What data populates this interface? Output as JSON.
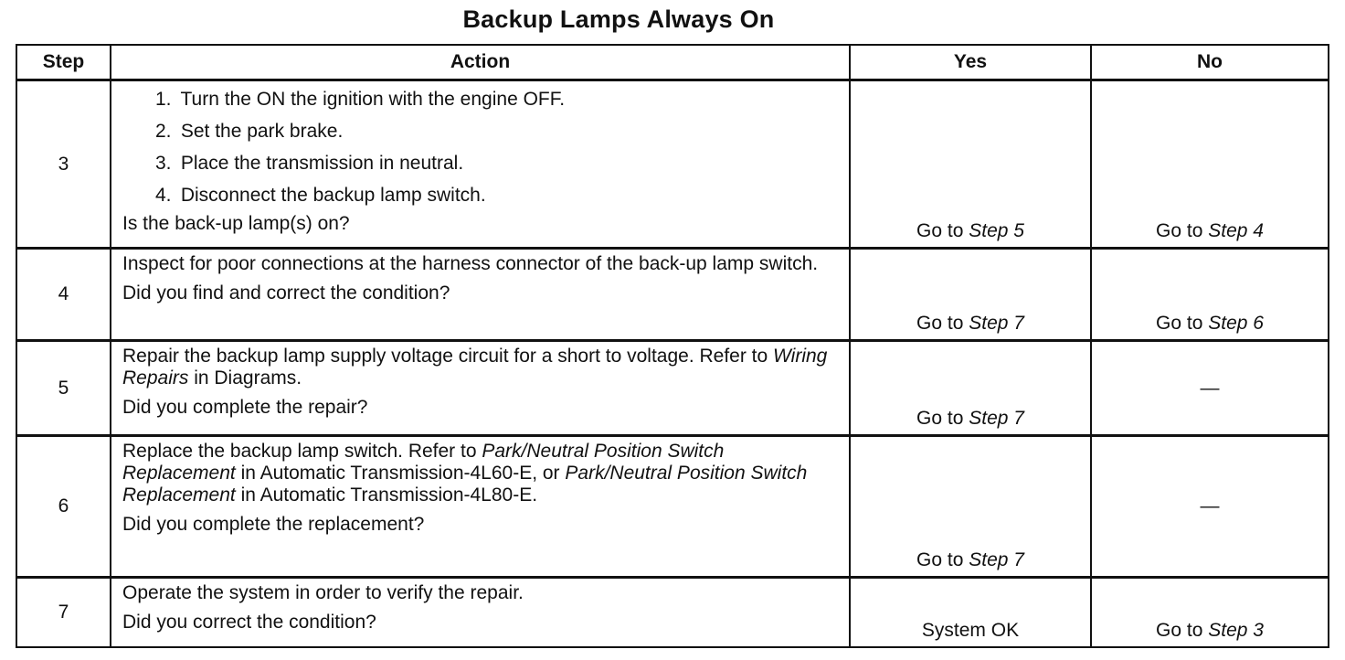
{
  "title": "Backup Lamps Always On",
  "headers": {
    "step": "Step",
    "action": "Action",
    "yes": "Yes",
    "no": "No"
  },
  "rows": [
    {
      "step": "3",
      "list": [
        {
          "n": "1.",
          "text": "Turn the ON the ignition with the engine OFF."
        },
        {
          "n": "2.",
          "text": "Set the park brake."
        },
        {
          "n": "3.",
          "text": "Place the transmission in neutral."
        },
        {
          "n": "4.",
          "text": "Disconnect the backup lamp switch."
        }
      ],
      "question": "Is the back-up lamp(s) on?",
      "yes": {
        "prefix": "Go to ",
        "target": "Step 5"
      },
      "no": {
        "prefix": "Go to ",
        "target": "Step 4"
      }
    },
    {
      "step": "4",
      "text": "Inspect for poor connections at the harness connector of the back-up lamp switch.",
      "question": "Did you find and correct the condition?",
      "yes": {
        "prefix": "Go to ",
        "target": "Step 7"
      },
      "no": {
        "prefix": "Go to ",
        "target": "Step 6"
      }
    },
    {
      "step": "5",
      "text_a": "Repair the backup lamp supply voltage circuit for a short to voltage. Refer to ",
      "text_em": "Wiring Repairs",
      "text_b": " in Diagrams.",
      "question": "Did you complete the repair?",
      "yes": {
        "prefix": "Go to ",
        "target": "Step 7"
      },
      "no": "—"
    },
    {
      "step": "6",
      "text_a": "Replace the backup lamp switch. Refer to ",
      "text_em1": "Park/Neutral Position Switch Replacement",
      "text_b": " in Automatic Transmission-4L60-E, or ",
      "text_em2": "Park/Neutral Position Switch Replacement",
      "text_c": " in Automatic Transmission-4L80-E.",
      "question": "Did you complete the replacement?",
      "yes": {
        "prefix": "Go to ",
        "target": "Step 7"
      },
      "no": "—"
    },
    {
      "step": "7",
      "text": "Operate the system in order to verify the repair.",
      "question": "Did you correct the condition?",
      "yes": "System OK",
      "no": {
        "prefix": "Go to ",
        "target": "Step 3"
      }
    }
  ]
}
